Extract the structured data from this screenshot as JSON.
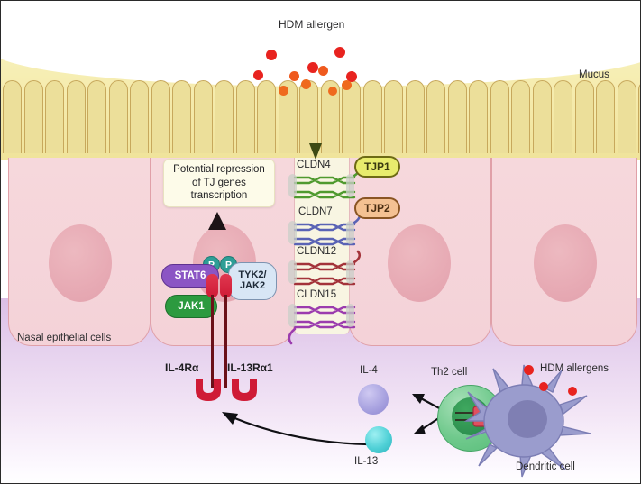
{
  "figure": {
    "title_top": "HDM allergen",
    "mucus_label": "Mucus",
    "epithelium_label": "Nasal epithelial cells",
    "textbox": "Potential repression of TJ genes transcription"
  },
  "tight_junctions": [
    {
      "name": "CLDN4",
      "color": "#4f9a2f"
    },
    {
      "name": "CLDN7",
      "color": "#5a63b5"
    },
    {
      "name": "CLDN12",
      "color": "#a3333a"
    },
    {
      "name": "CLDN15",
      "color": "#9b3cae"
    }
  ],
  "tjp_badges": [
    {
      "label": "TJP1",
      "fill": "#e8ec6d",
      "border": "#6d6a15",
      "text": "#3a3a10"
    },
    {
      "label": "TJP2",
      "fill": "#f4c192",
      "border": "#8a5523",
      "text": "#4a2d11"
    }
  ],
  "signaling": {
    "stat6": "STAT6",
    "jak1": "JAK1",
    "tyk2_jak2": "TYK2/ JAK2",
    "phospho_1": "P",
    "phospho_2": "P",
    "receptor_left": "IL-4Rα",
    "receptor_right": "IL-13Rα1"
  },
  "immune": {
    "th2_cell": "Th2 cell",
    "dendritic_cell": "Dendritic cell",
    "il4": "IL-4",
    "il13": "IL-13",
    "allergens_label": "HDM allergens"
  },
  "colors": {
    "mucus": "#f4e9a8",
    "cilia": "#ecdf9a",
    "epithelium": "#f4d2d8",
    "submucosa": "#e6d2ee",
    "allergen_red": "#e8231f",
    "allergen_orange": "#ef6a1e",
    "stat6": "#8b55c4",
    "jak1": "#2c9a3f",
    "tyk2": "#d8e6f5",
    "receptor": "#cf1b36",
    "th2": "#5cbd7d",
    "dendritic": "#9a9ccd",
    "il4": "#a9a3e0",
    "il13": "#4fd0d6",
    "arrow": "#4d5a1f"
  }
}
